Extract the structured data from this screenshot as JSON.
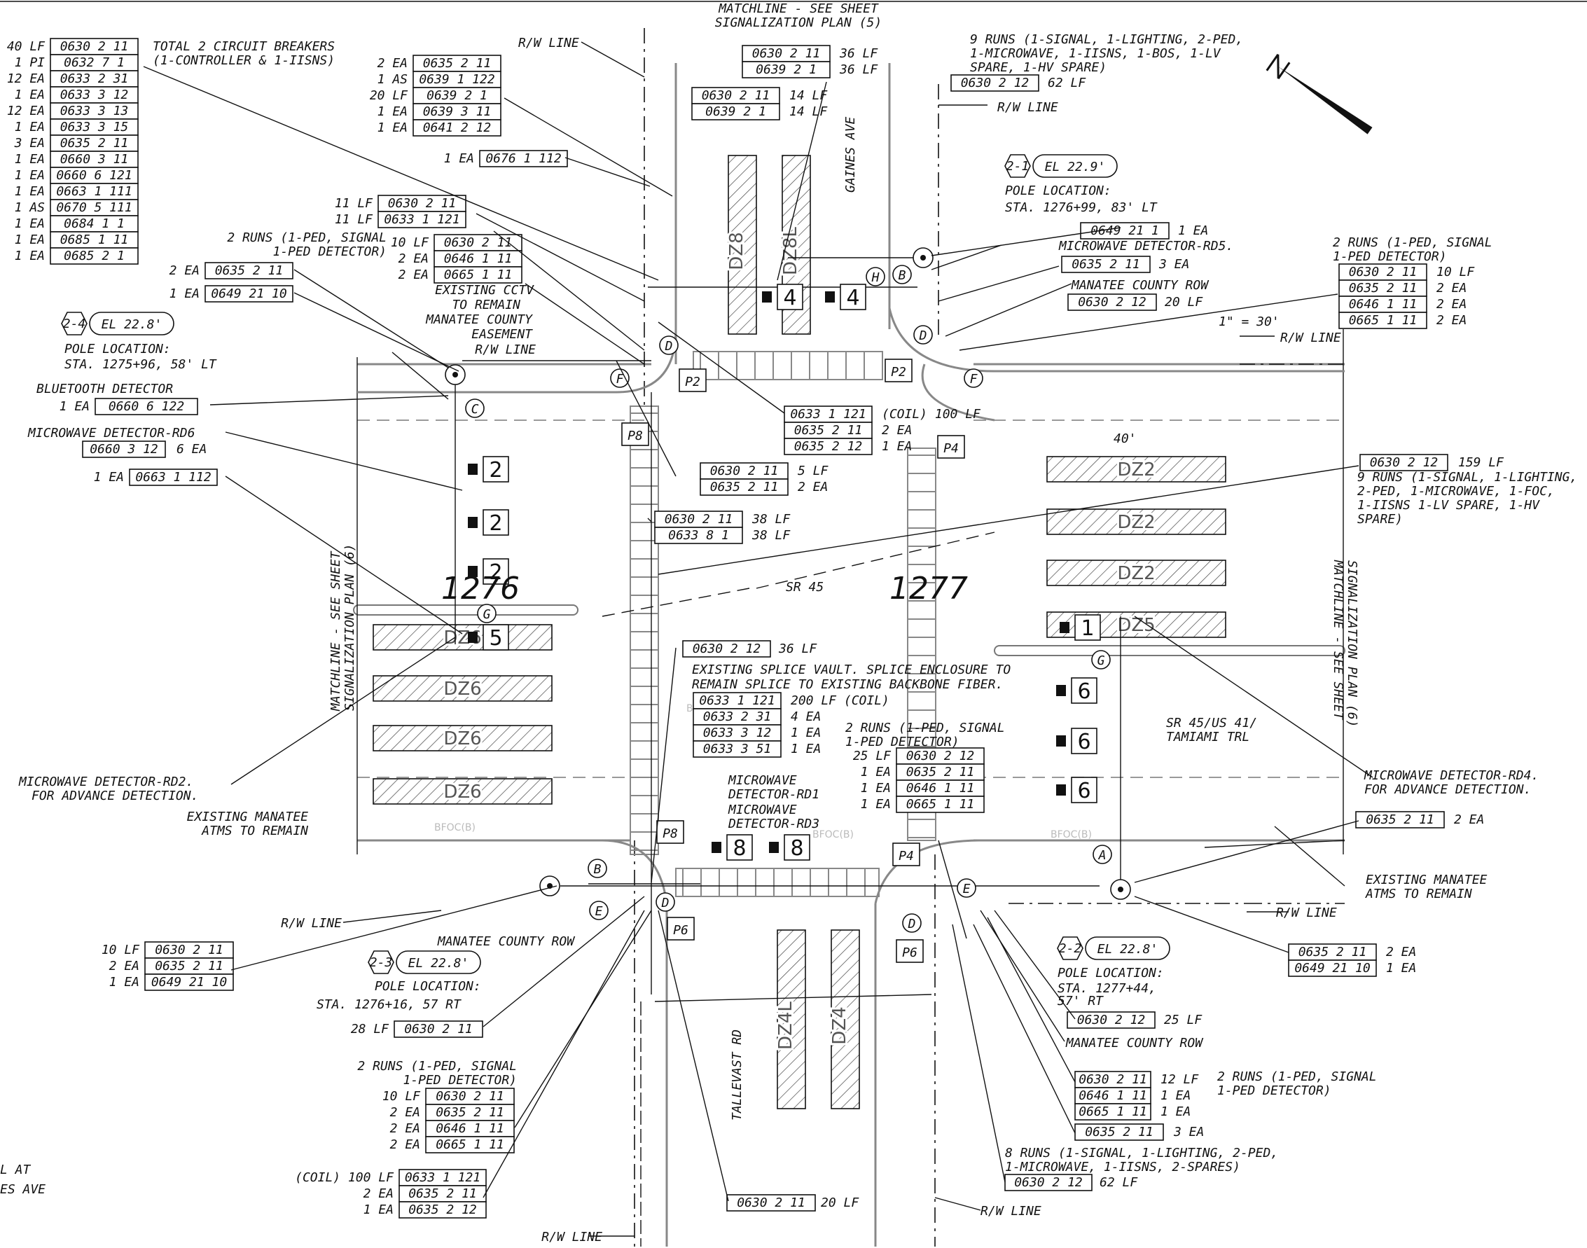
{
  "header": {
    "matchline_top": [
      "MATCHLINE - SEE SHEET",
      "SIGNALIZATION PLAN (5)"
    ],
    "matchline_left": [
      "MATCHLINE - SEE SHEET",
      "SIGNALIZATION PLAN (6)"
    ],
    "matchline_right": [
      "MATCHLINE - SEE SHEET",
      "SIGNALIZATION PLAN (6)"
    ],
    "scale": "1\" = 30'",
    "north_arrow": "north-arrow-icon"
  },
  "pay_items": [
    {
      "qty": "40 LF",
      "code": "0630 2 11"
    },
    {
      "qty": "1 PI",
      "code": "0632 7 1"
    },
    {
      "qty": "12 EA",
      "code": "0633 2 31"
    },
    {
      "qty": "1 EA",
      "code": "0633 3 12"
    },
    {
      "qty": "12 EA",
      "code": "0633 3 13"
    },
    {
      "qty": "1 EA",
      "code": "0633 3 15"
    },
    {
      "qty": "3 EA",
      "code": "0635 2 11"
    },
    {
      "qty": "1 EA",
      "code": "0660 3 11"
    },
    {
      "qty": "1 EA",
      "code": "0660 6 121"
    },
    {
      "qty": "1 EA",
      "code": "0663 1 111"
    },
    {
      "qty": "1 AS",
      "code": "0670 5 111"
    },
    {
      "qty": "1 EA",
      "code": "0684 1 1"
    },
    {
      "qty": "1 EA",
      "code": "0685 1 11"
    },
    {
      "qty": "1 EA",
      "code": "0685 2 1"
    }
  ],
  "circuit_note": [
    "TOTAL 2 CIRCUIT BREAKERS",
    "(1-CONTROLLER & 1-IISNS)"
  ],
  "group_top_center": [
    {
      "qty": "2 EA",
      "code": "0635 2 11"
    },
    {
      "qty": "1 AS",
      "code": "0639 1 122"
    },
    {
      "qty": "20 LF",
      "code": "0639 2 1"
    },
    {
      "qty": "1 EA",
      "code": "0639 3 11"
    },
    {
      "qty": "1 EA",
      "code": "0641 2 12"
    }
  ],
  "item_676": {
    "qty": "1 EA",
    "code": "0676 1 112"
  },
  "group_36lf": [
    {
      "code": "0630 2 11",
      "qty": "36 LF"
    },
    {
      "code": "0639 2 1",
      "qty": "36 LF"
    }
  ],
  "group_14lf": [
    {
      "code": "0630 2 11",
      "qty": "14 LF"
    },
    {
      "code": "0639 2 1",
      "qty": "14 LF"
    }
  ],
  "group_11lf": [
    {
      "qty": "11 LF",
      "code": "0630 2 11"
    },
    {
      "qty": "11 LF",
      "code": "0633 1 121"
    }
  ],
  "runs_top_left": [
    "2 RUNS (1-PED, SIGNAL",
    "1-PED DETECTOR)"
  ],
  "group_10lf_top": [
    {
      "qty": "10 LF",
      "code": "0630 2 11"
    },
    {
      "qty": "2 EA",
      "code": "0646 1 11"
    },
    {
      "qty": "2 EA",
      "code": "0665 1 11"
    }
  ],
  "item_2ea_0635": {
    "qty": "2 EA",
    "code": "0635 2 11"
  },
  "item_1ea_0649": {
    "qty": "1 EA",
    "code": "0649 21 10"
  },
  "existing_cctv": [
    "EXISTING CCTV",
    "TO REMAIN"
  ],
  "manatee_easement": [
    "MANATEE COUNTY",
    "EASEMENT"
  ],
  "rw_line": "R/W LINE",
  "pole_2_4": {
    "id": "2-4",
    "el": "EL 22.8'",
    "label": "POLE LOCATION:",
    "sta": "STA. 1275+96, 58' LT"
  },
  "bluetooth": {
    "label": "BLUETOOTH DETECTOR",
    "qty": "1 EA",
    "code": "0660 6 122"
  },
  "mw_rd6": {
    "label": "MICROWAVE DETECTOR-RD6",
    "qty": "6 EA",
    "code": "0660 3 12"
  },
  "item_0663": {
    "qty": "1 EA",
    "code": "0663 1 112"
  },
  "runs_9_top": [
    "9 RUNS (1-SIGNAL, 1-LIGHTING, 2-PED,",
    "1-MICROWAVE, 1-IISNS, 1-BOS, 1-LV",
    "SPARE, 1-HV SPARE)"
  ],
  "item_62lf_top": {
    "code": "0630 2 12",
    "qty": "62 LF"
  },
  "pole_2_1": {
    "id": "2-1",
    "el": "EL 22.9'",
    "label": "POLE LOCATION:",
    "sta": "STA. 1276+99, 83' LT"
  },
  "item_0649_1ea": {
    "code": "0649 21 1",
    "qty": "1 EA"
  },
  "mw_rd5": "MICROWAVE DETECTOR-RD5.",
  "item_3ea_top": {
    "code": "0635 2 11",
    "qty": "3 EA"
  },
  "manatee_row": "MANATEE COUNTY ROW",
  "item_20lf_top": {
    "code": "0630 2 12",
    "qty": "20 LF"
  },
  "runs_top_right": [
    "2 RUNS (1-PED, SIGNAL",
    "1-PED DETECTOR)"
  ],
  "group_top_right": [
    {
      "code": "0630 2 11",
      "qty": "10 LF"
    },
    {
      "code": "0635 2 11",
      "qty": "2 EA"
    },
    {
      "code": "0646 1 11",
      "qty": "2 EA"
    },
    {
      "code": "0665 1 11",
      "qty": "2 EA"
    }
  ],
  "group_coil_mid": [
    {
      "code": "0633 1 121",
      "qty": "(COIL) 100 LF"
    },
    {
      "code": "0635 2 11",
      "qty": "2 EA"
    },
    {
      "code": "0635 2 12",
      "qty": "1 EA"
    }
  ],
  "group_5lf": [
    {
      "code": "0630 2 11",
      "qty": "5 LF"
    },
    {
      "code": "0635 2 11",
      "qty": "2 EA"
    }
  ],
  "group_38lf": [
    {
      "code": "0630 2 11",
      "qty": "38 LF"
    },
    {
      "code": "0633 8 1",
      "qty": "38 LF"
    }
  ],
  "item_159lf": {
    "code": "0630 2 12",
    "qty": "159 LF"
  },
  "runs_9_right": [
    "9 RUNS (1-SIGNAL, 1-LIGHTING,",
    "2-PED, 1-MICROWAVE, 1-FOC,",
    "1-IISNS 1-LV SPARE, 1-HV",
    "SPARE)"
  ],
  "item_36lf_mid": {
    "code": "0630 2 12",
    "qty": "36 LF"
  },
  "splice_note": [
    "EXISTING SPLICE VAULT. SPLICE ENCLOSURE TO",
    "REMAIN SPLICE TO EXISTING BACKBONE FIBER."
  ],
  "group_splice": [
    {
      "code": "0633 1 121",
      "qty": "200 LF (COIL)"
    },
    {
      "code": "0633 2 31",
      "qty": "4 EA"
    },
    {
      "code": "0633 3 12",
      "qty": "1 EA"
    },
    {
      "code": "0633 3 51",
      "qty": "1 EA"
    }
  ],
  "runs_mid": [
    "2 RUNS (1-PED, SIGNAL",
    "1-PED DETECTOR)"
  ],
  "group_mid": [
    {
      "qty": "25 LF",
      "code": "0630 2 12"
    },
    {
      "qty": "1 EA",
      "code": "0635 2 11"
    },
    {
      "qty": "1 EA",
      "code": "0646 1 11"
    },
    {
      "qty": "1 EA",
      "code": "0665 1 11"
    }
  ],
  "sr45_label": "SR 45",
  "station_1276": "1276",
  "station_1277": "1277",
  "street_gaines": "GAINES AVE",
  "street_tallevast": "TALLEVAST RD",
  "street_sr45": [
    "SR 45/US 41/",
    "TAMIAMI TRL"
  ],
  "mw_rd2": [
    "MICROWAVE DETECTOR-RD2.",
    "FOR ADVANCE DETECTION."
  ],
  "mw_rd4": [
    "MICROWAVE DETECTOR-RD4.",
    "FOR ADVANCE DETECTION."
  ],
  "mw_rd1": [
    "MICROWAVE",
    "DETECTOR-RD1"
  ],
  "mw_rd3": [
    "MICROWAVE",
    "DETECTOR-RD3"
  ],
  "existing_atms": [
    "EXISTING MANATEE",
    "ATMS TO REMAIN"
  ],
  "item_2ea_right": {
    "code": "0635 2 11",
    "qty": "2 EA"
  },
  "group_bottom_left": [
    {
      "qty": "10 LF",
      "code": "0630 2 11"
    },
    {
      "qty": "2 EA",
      "code": "0635 2 11"
    },
    {
      "qty": "1 EA",
      "code": "0649 21 10"
    }
  ],
  "pole_2_3": {
    "id": "2-3",
    "el": "EL 22.8'",
    "label": "POLE LOCATION:",
    "sta": "STA. 1276+16, 57 RT"
  },
  "item_28lf": {
    "qty": "28 LF",
    "code": "0630 2 11"
  },
  "runs_bottom_left": [
    "2 RUNS (1-PED, SIGNAL",
    "1-PED DETECTOR)"
  ],
  "group_bottom_left2": [
    {
      "qty": "10 LF",
      "code": "0630 2 11"
    },
    {
      "qty": "2 EA",
      "code": "0635 2 11"
    },
    {
      "qty": "2 EA",
      "code": "0646 1 11"
    },
    {
      "qty": "2 EA",
      "code": "0665 1 11"
    }
  ],
  "group_coil_bottom": [
    {
      "qty": "(COIL) 100 LF",
      "code": "0633 1 121"
    },
    {
      "qty": "2 EA",
      "code": "0635 2 11"
    },
    {
      "qty": "1 EA",
      "code": "0635 2 12"
    }
  ],
  "item_20lf_bottom": {
    "code": "0630 2 11",
    "qty": "20 LF"
  },
  "pole_2_2": {
    "id": "2-2",
    "el": "EL 22.8'",
    "label": "POLE LOCATION:",
    "sta": [
      "STA. 1277+44,",
      "57' RT"
    ]
  },
  "group_bottom_right": [
    {
      "code": "0635 2 11",
      "qty": "2 EA"
    },
    {
      "code": "0649 21 10",
      "qty": "1 EA"
    }
  ],
  "item_25lf": {
    "code": "0630 2 12",
    "qty": "25 LF"
  },
  "group_12lf": [
    {
      "code": "0630 2 11",
      "qty": "12 LF"
    },
    {
      "code": "0646 1 11",
      "qty": "1 EA"
    },
    {
      "code": "0665 1 11",
      "qty": "1 EA"
    }
  ],
  "runs_bottom_right": [
    "2 RUNS (1-PED, SIGNAL",
    "1-PED DETECTOR)"
  ],
  "item_3ea_bottom": {
    "code": "0635 2 11",
    "qty": "3 EA"
  },
  "runs_8": [
    "8 RUNS (1-SIGNAL, 1-LIGHTING, 2-PED,",
    "1-MICROWAVE, 1-IISNS, 2-SPARES)"
  ],
  "item_62lf_bottom": {
    "code": "0630 2 12",
    "qty": "62 LF"
  },
  "title_fragment": [
    "L AT",
    "ES AVE"
  ],
  "dims_40": "40'",
  "zones": {
    "dz2": "DZ2",
    "dz5": "DZ5",
    "dz6": "DZ6",
    "dz4": "DZ4",
    "dz4l": "DZ4L",
    "dz8": "DZ8",
    "dz8l": "DZ8L"
  },
  "phases": {
    "p2": "P2",
    "p4": "P4",
    "p6": "P6",
    "p8": "P8"
  },
  "signal_heads": {
    "h2": "2",
    "h4": "4",
    "h5": "5",
    "h6": "6",
    "h8": "8",
    "h1": "1"
  },
  "letters": {
    "a": "A",
    "b": "B",
    "c": "C",
    "d": "D",
    "e": "E",
    "f": "F",
    "g": "G",
    "h": "H"
  }
}
